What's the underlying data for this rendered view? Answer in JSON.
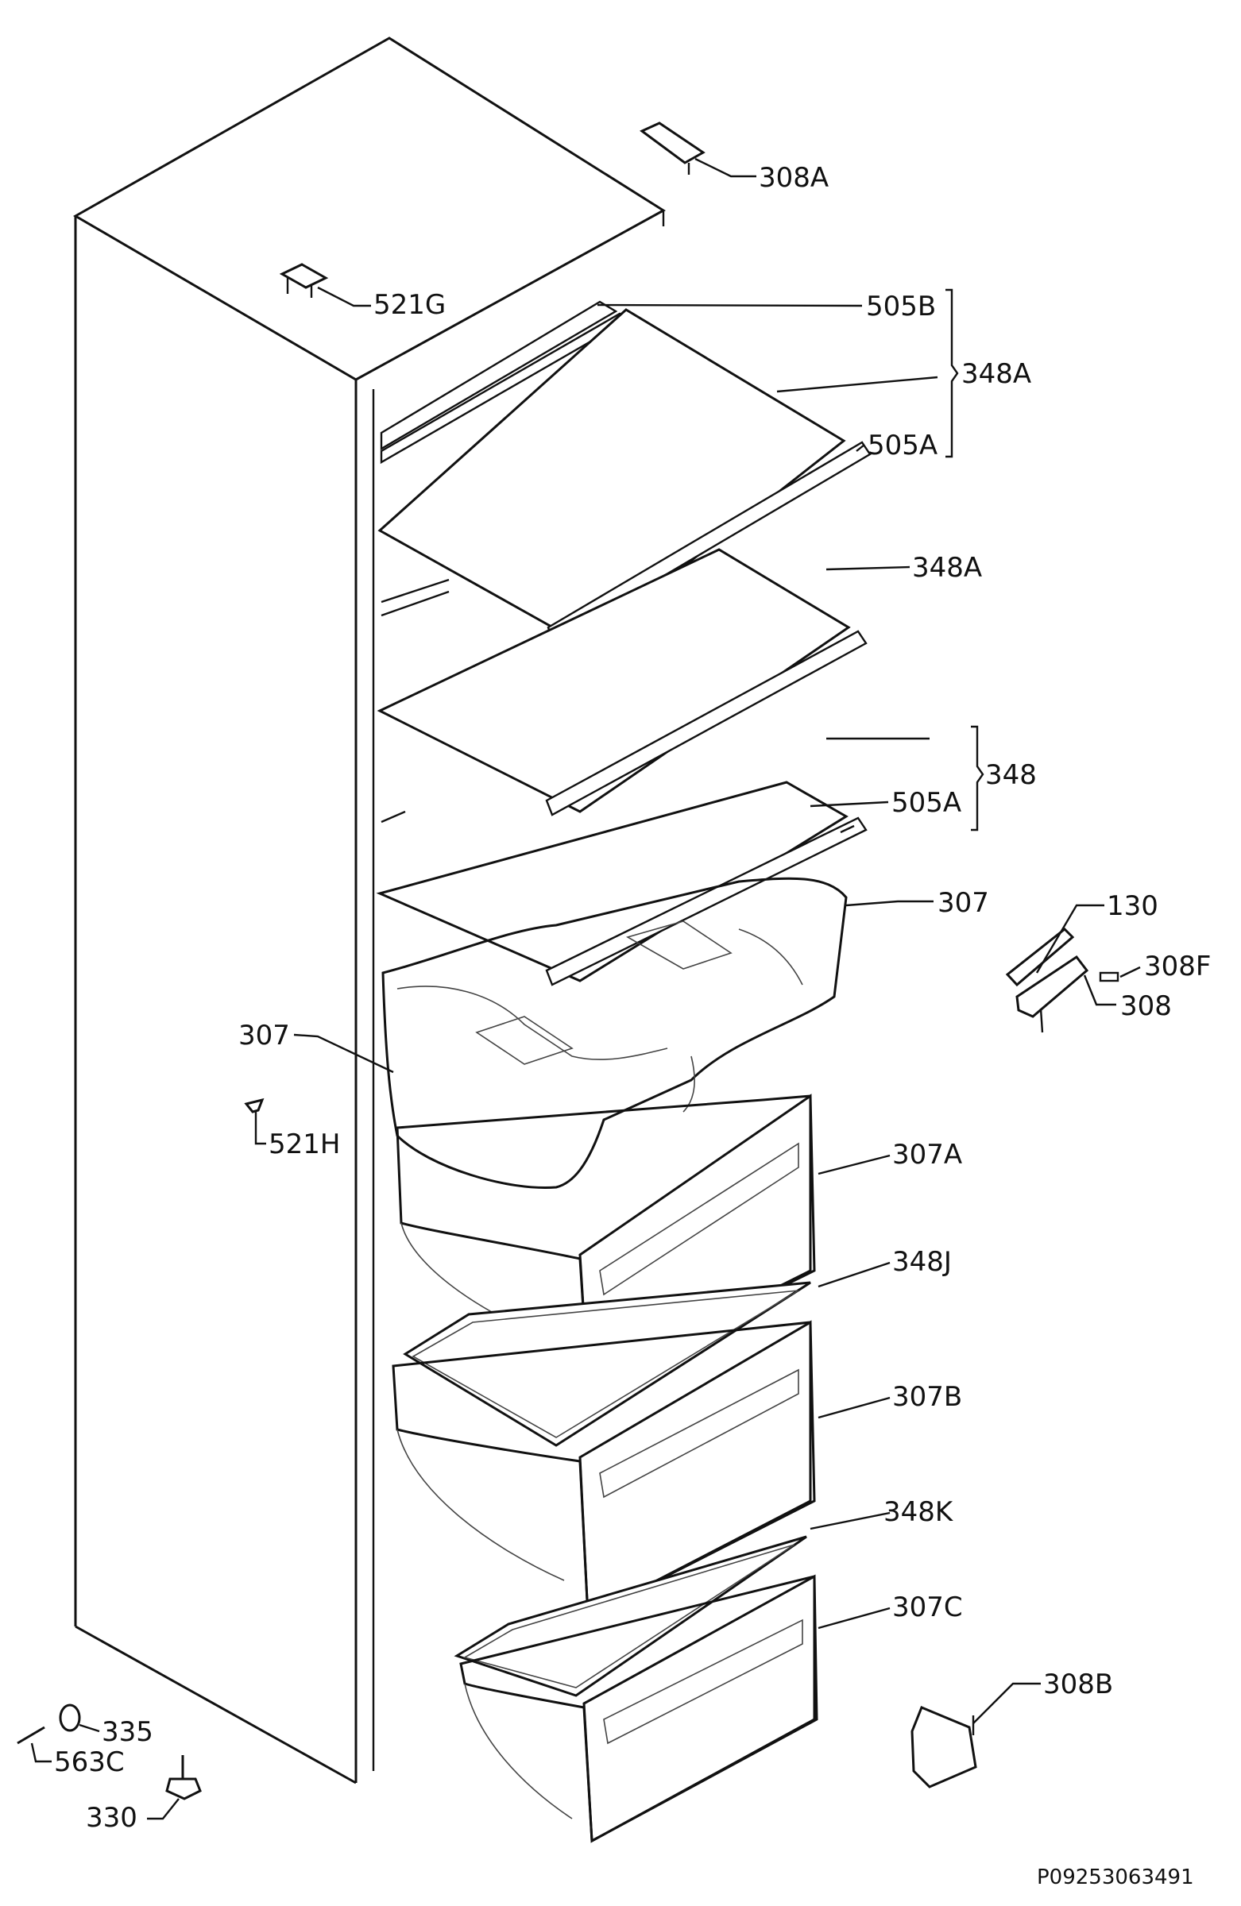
{
  "labels": {
    "l308A": "308A",
    "l521G": "521G",
    "l505B": "505B",
    "l348A_1": "348A",
    "l505A_1": "505A",
    "l348A_2": "348A",
    "l348": "348",
    "l505A_2": "505A",
    "l307_top": "307",
    "l130": "130",
    "l308F": "308F",
    "l308": "308",
    "l307_left": "307",
    "l521H": "521H",
    "l307A": "307A",
    "l348J": "348J",
    "l307B": "307B",
    "l348K": "348K",
    "l307C": "307C",
    "l308B": "308B",
    "l335": "335",
    "l563C": "563C",
    "l330": "330"
  },
  "reference": "P09253063491"
}
